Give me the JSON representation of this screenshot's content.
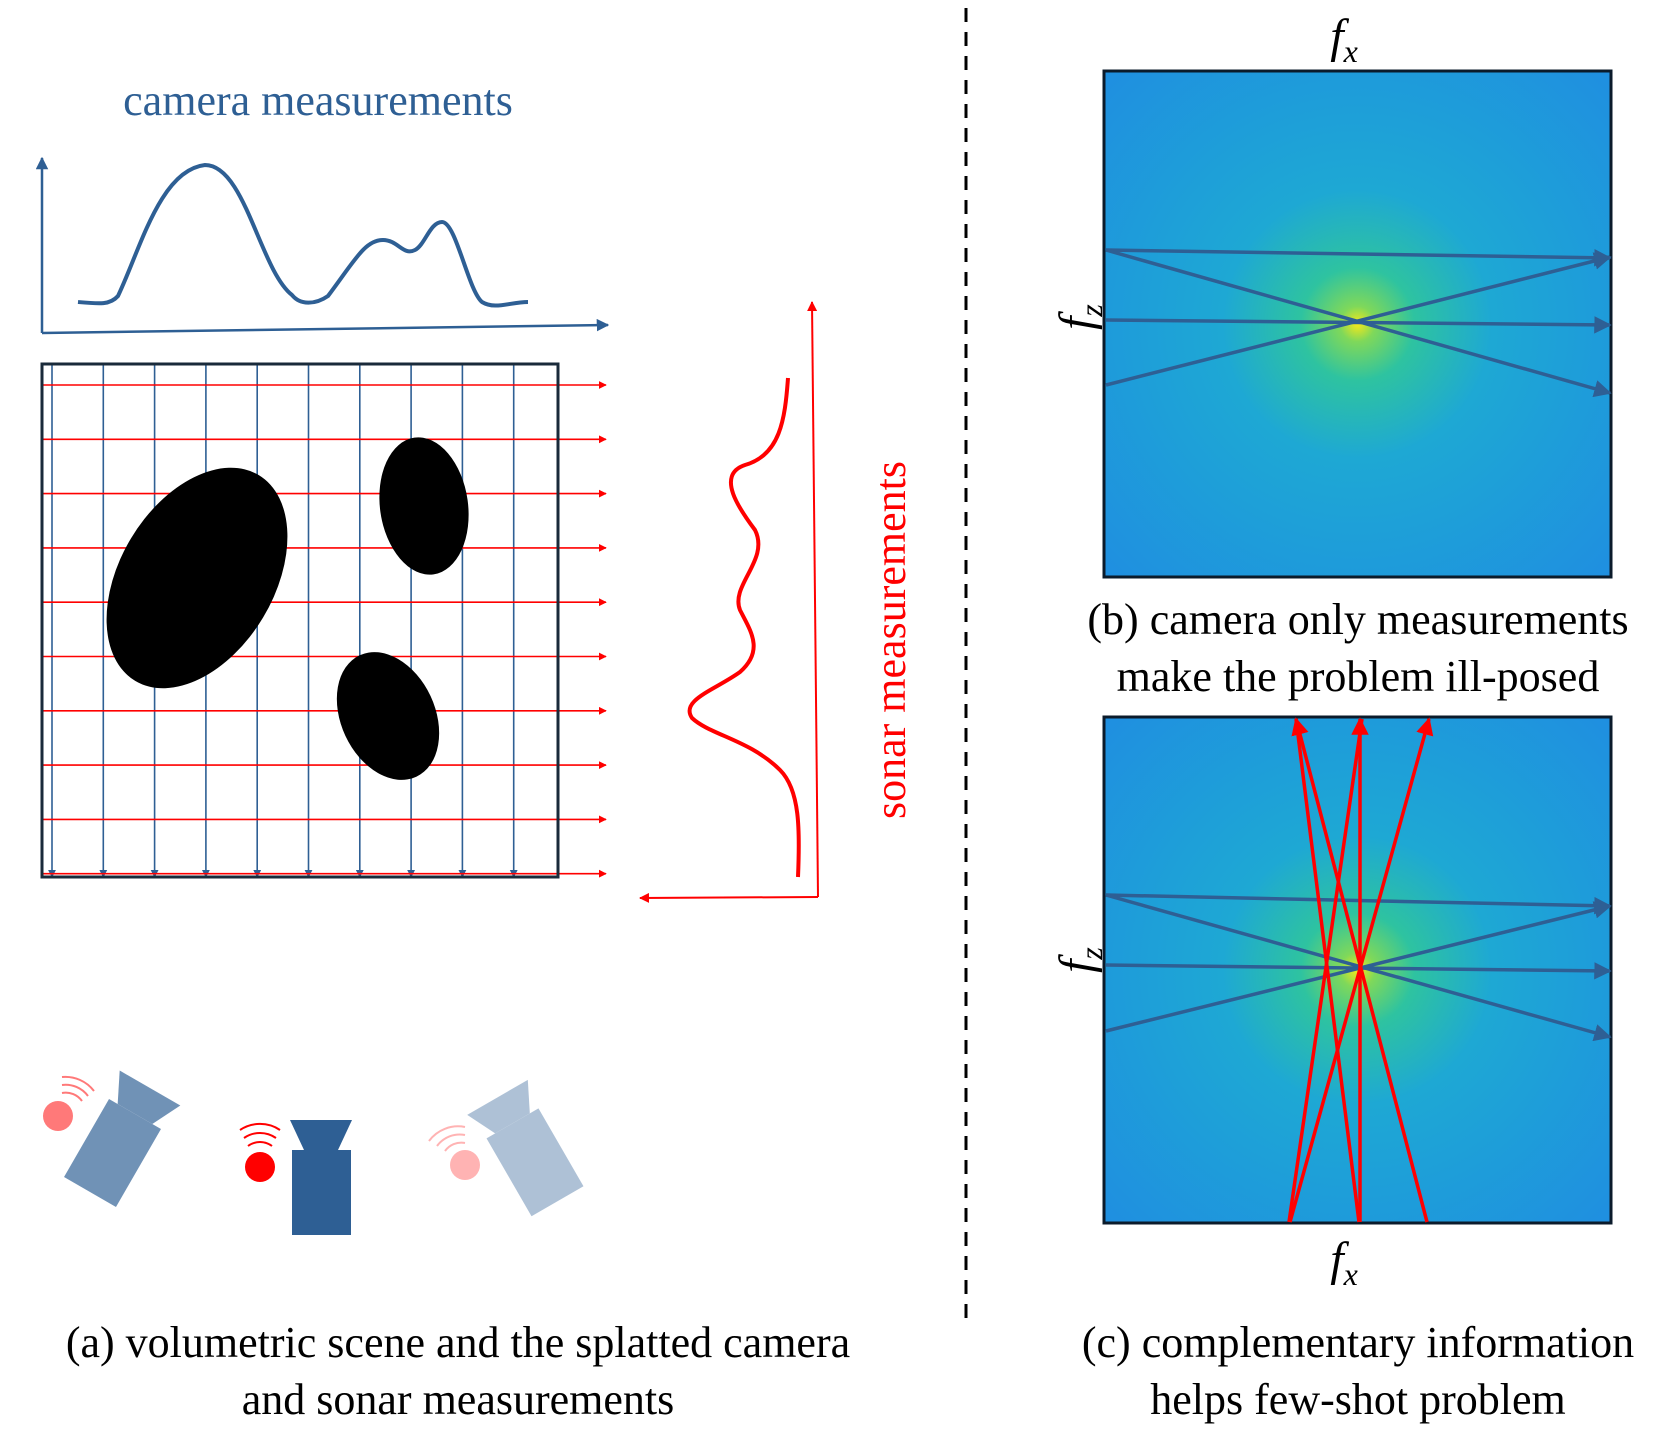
{
  "panel_a": {
    "camera_label": "camera measurements",
    "sonar_label": "sonar measurements",
    "caption_line1": "(a) volumetric scene and the splatted camera",
    "caption_line2": "and sonar measurements"
  },
  "panel_b": {
    "top_axis_main": "f",
    "top_axis_sub": "x",
    "side_axis_main": "f",
    "side_axis_sub": "z",
    "caption_line1": "(b) camera only measurements",
    "caption_line2": "make the problem ill-posed"
  },
  "panel_c": {
    "side_axis_main": "f",
    "side_axis_sub": "z",
    "bottom_axis_main": "f",
    "bottom_axis_sub": "x",
    "caption_line1": "(c) complementary information",
    "caption_line2": "helps few-shot problem"
  },
  "colors": {
    "camera_blue": "#2e5f94",
    "sonar_red": "#ff0000",
    "spectrum_bg": "#1e90e0",
    "spectrum_center": "#f5e81a"
  }
}
